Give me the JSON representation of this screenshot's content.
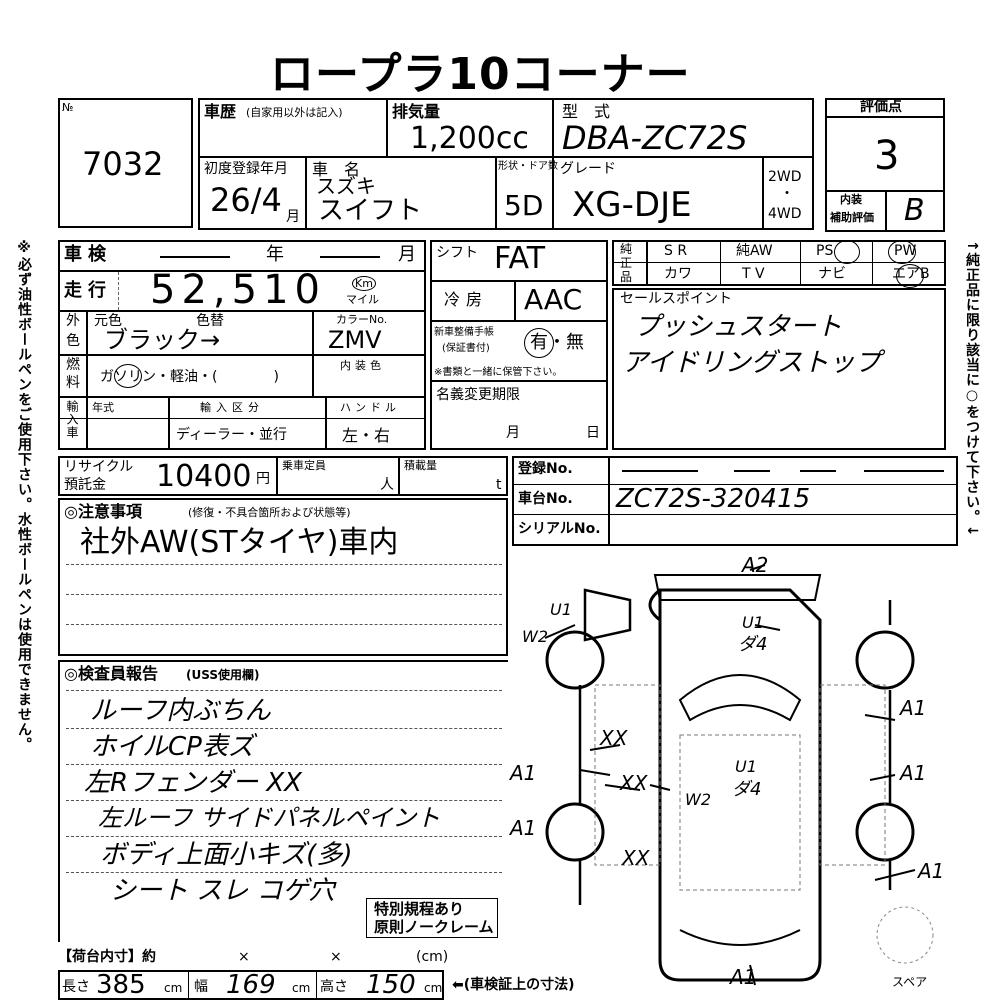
{
  "title": "ロープラ10コーナー",
  "lot": {
    "no_label": "№",
    "number": "7032"
  },
  "header": {
    "history_label": "車歴",
    "history_note": "(自家用以外は記入)",
    "displacement_label": "排気量",
    "displacement_value": "1,200cc",
    "model_label": "型　式",
    "model_value": "DBA-ZC72S",
    "first_reg_label": "初度登録年月",
    "first_reg_value": "26/4",
    "first_reg_unit": "月",
    "car_name_label": "車　名",
    "car_name_maker": "スズキ",
    "car_name_value": "スイフト",
    "doors_label": "形状・ドア数",
    "doors_value": "5D",
    "grade_label": "グレード",
    "grade_value": "XG-DJE",
    "drive_2wd": "2WD",
    "drive_dot": "・",
    "drive_4wd": "4WD"
  },
  "rating": {
    "score_label": "評価点",
    "score_value": "3",
    "interior_label_1": "内装",
    "interior_label_2": "補助評価",
    "interior_value": "B"
  },
  "inspection": {
    "shaken_label": "車検",
    "shaken_year": "年",
    "shaken_month": "月",
    "mileage_label": "走行",
    "mileage_value": "52,510",
    "mileage_unit_km": "Km",
    "mileage_unit_mile": "マイル",
    "shift_label": "シフト",
    "shift_value": "FAT",
    "ac_label": "冷房",
    "ac_value": "AAC"
  },
  "color": {
    "exterior_label_1": "外",
    "exterior_label_2": "色",
    "original_label": "元色",
    "repaint_label": "色替",
    "value": "ブラック→",
    "code_label": "カラーNo.",
    "code_value": "ZMV",
    "interior_color_label": "内装色"
  },
  "fuel": {
    "label_1": "燃",
    "label_2": "料",
    "options": "ガソリン・軽油・(　　　　)"
  },
  "service_book": {
    "label_1": "新車整備手帳",
    "label_2": "(保証書付)",
    "value": "有・無",
    "note": "※書類と一緒に保管下さい。"
  },
  "import": {
    "label": "輸入車",
    "year_label": "年式",
    "class_label": "輸入区分",
    "class_value": "ディーラー・並行",
    "handle_label": "ハンドル",
    "handle_value": "左・右"
  },
  "name_change": {
    "label": "名義変更期限",
    "month": "月",
    "day": "日"
  },
  "equipment": {
    "side_label": "純正品",
    "row1": [
      "S R",
      "純AW",
      "PS",
      "PW"
    ],
    "row2": [
      "カワ",
      "T V",
      "ナビ",
      "エアB"
    ]
  },
  "sales_points": {
    "label": "セールスポイント",
    "line1": "プッシュスタート",
    "line2": "アイドリングストップ"
  },
  "recycle": {
    "label_1": "リサイクル",
    "label_2": "預託金",
    "value": "10400",
    "unit": "円",
    "capacity_label": "乗車定員",
    "capacity_unit": "人",
    "load_label": "積載量",
    "load_unit": "t"
  },
  "registration": {
    "reg_label": "登録No.",
    "chassis_label": "車台No.",
    "chassis_value": "ZC72S-320415",
    "serial_label": "シリアルNo."
  },
  "notes": {
    "label": "◎注意事項",
    "sub": "(修復・不具合箇所および状態等)",
    "line1": "社外AW(STタイヤ)車内"
  },
  "inspector": {
    "label": "◎検査員報告",
    "sub": "(USS使用欄)",
    "lines": [
      "ルーフ内ぶちん",
      "ホイルCP表ズ",
      "左Rフェンダー XX",
      "左ルーフ サイドパネルペイント",
      "ボディ上面小キズ(多)",
      "シート スレ コゲ穴"
    ]
  },
  "special": {
    "line1": "特別規程あり",
    "line2": "原則ノークレーム"
  },
  "cargo": {
    "label": "【荷台内寸】約",
    "x1": "×",
    "x2": "×",
    "unit": "(cm)"
  },
  "dimensions": {
    "length_label": "長さ",
    "length_value": "385",
    "unit": "cm",
    "width_label": "幅",
    "width_value": "169",
    "height_label": "高さ",
    "height_value": "150",
    "note": "⬅(車検証上の寸法)"
  },
  "side_notes": {
    "left": "※必ず油性ボールペンをご使用下さい。水性ボールペンは使用できません。",
    "right": "↑純正品に限り該当に○をつけて下さい。↓"
  },
  "diagram_marks": {
    "a2": "A2",
    "u1_top": "U1",
    "w2_top": "W2",
    "u1_roof": "U1",
    "g4_roof": "ダ4",
    "xx1": "XX",
    "xx2": "XX",
    "xx3": "XX",
    "u1_body": "U1",
    "g4_body": "ダ4",
    "w2_body": "W2",
    "a1_left1": "A1",
    "a1_left2": "A1",
    "a1_right1": "A1",
    "a1_right2": "A1",
    "a1_right3": "A1",
    "a1_bottom": "A1",
    "spare_label": "スペア"
  }
}
